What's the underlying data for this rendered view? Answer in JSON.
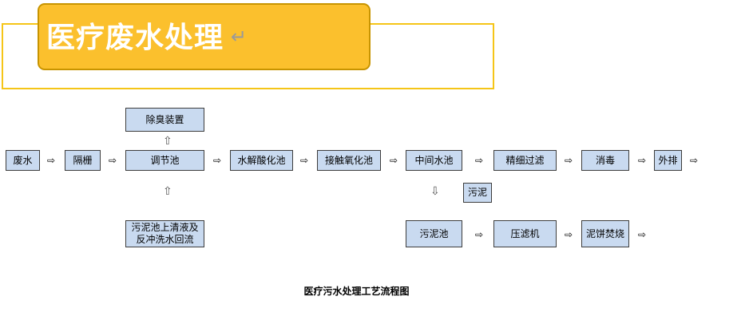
{
  "title": "医疗废水处理",
  "title_mark": "↵",
  "boxes": {
    "deodor": "除臭装置",
    "wastewater": "废水",
    "screen": "隔栅",
    "equalization": "调节池",
    "hydrolysis": "水解酸化池",
    "contact_oxidation": "接触氧化池",
    "intermediate": "中间水池",
    "fine_filter": "精细过滤",
    "disinfect": "消毒",
    "discharge": "外排",
    "sludge_label": "污泥",
    "return_flow": "污泥池上清液及反冲洗水回流",
    "sludge_tank": "污泥池",
    "filter_press": "压滤机",
    "incineration": "泥饼焚烧"
  },
  "arrows": {
    "right": "⇨",
    "up": "⇧",
    "down": "⇩"
  },
  "caption": "医疗污水处理工艺流程图",
  "colors": {
    "banner": "#fbc02d",
    "frame": "#f5c518",
    "box_fill": "#c9daf0"
  }
}
